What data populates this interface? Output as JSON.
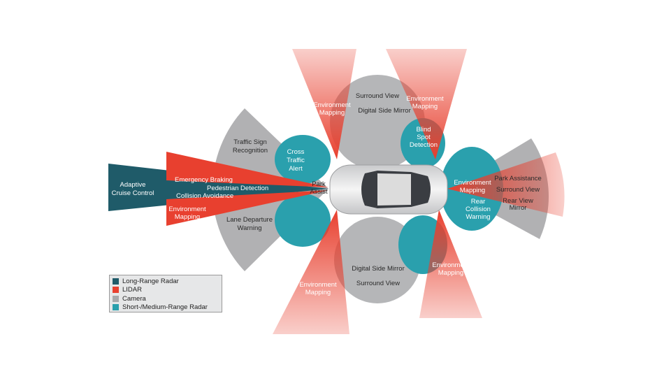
{
  "colors": {
    "long_range_radar": "#1f5b69",
    "lidar": "#e8402f",
    "camera": "#a8a9ab",
    "short_medium_radar": "#2aa0ad"
  },
  "legend": [
    {
      "label": "Long-Range Radar",
      "color": "#1f5b69"
    },
    {
      "label": "LIDAR",
      "color": "#e8402f"
    },
    {
      "label": "Camera",
      "color": "#a8a9ab"
    },
    {
      "label": "Short-/Medium-Range Radar",
      "color": "#2aa0ad"
    }
  ],
  "labels": {
    "adaptive_cruise_1": "Adaptive",
    "adaptive_cruise_2": "Cruise Control",
    "emergency_braking": "Emergency Braking",
    "pedestrian_detection": "Pedestrian Detection",
    "collision_avoidance": "Collision Avoidance",
    "front_env_1": "Environment",
    "front_env_2": "Mapping",
    "traffic_sign_1": "Traffic Sign",
    "traffic_sign_2": "Recognition",
    "lane_departure_1": "Lane Departure",
    "lane_departure_2": "Warning",
    "cross_traffic_1": "Cross",
    "cross_traffic_2": "Traffic",
    "cross_traffic_3": "Alert",
    "park_assist_1": "Park",
    "park_assist_2": "Assist",
    "top_surround_view": "Surround View",
    "top_digital_mirror": "Digital Side Mirror",
    "top_left_env_1": "Environment",
    "top_left_env_2": "Mapping",
    "top_right_env_1": "Environment",
    "top_right_env_2": "Mapping",
    "blind_spot_1": "Blind",
    "blind_spot_2": "Spot",
    "blind_spot_3": "Detection",
    "bottom_digital_mirror": "Digital Side Mirror",
    "bottom_surround_view": "Surround View",
    "bottom_left_env_1": "Environment",
    "bottom_left_env_2": "Mapping",
    "bottom_right_env_1": "Environment",
    "bottom_right_env_2": "Mapping",
    "rear_env_1": "Environment",
    "rear_env_2": "Mapping",
    "rear_collision_1": "Rear",
    "rear_collision_2": "Collision",
    "rear_collision_3": "Warning",
    "rear_park_assistance": "Park Assistance",
    "rear_surround_view": "Surround View",
    "rear_view_mirror_1": "Rear View",
    "rear_view_mirror_2": "Mirror"
  }
}
